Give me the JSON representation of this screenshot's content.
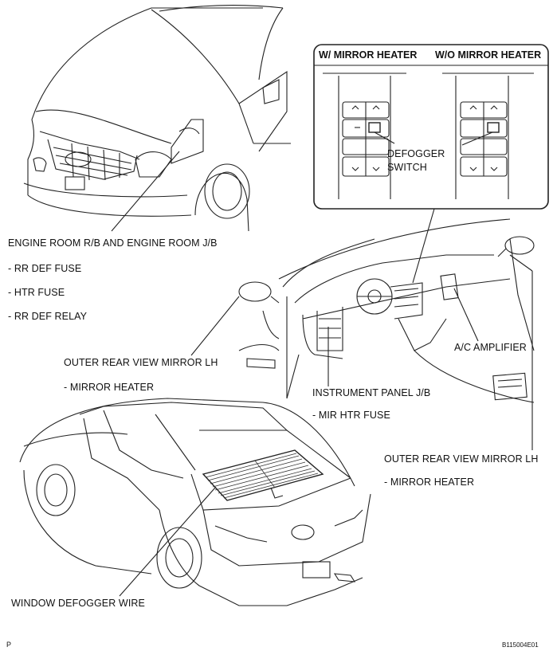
{
  "inset": {
    "left_title": "W/ MIRROR HEATER",
    "right_title": "W/O MIRROR HEATER"
  },
  "labels": {
    "engine_room": "ENGINE ROOM R/B AND ENGINE ROOM J/B",
    "rr_def_fuse": "- RR DEF FUSE",
    "htr_fuse": "- HTR FUSE",
    "rr_def_relay": "- RR DEF RELAY",
    "mirror_lh_1": "OUTER REAR VIEW MIRROR LH",
    "mirror_heater_1": "- MIRROR HEATER",
    "defogger_switch_line1": "DEFOGGER",
    "defogger_switch_line2": "SWITCH",
    "ac_amplifier": "A/C AMPLIFIER",
    "instrument_panel_jb": "INSTRUMENT PANEL J/B",
    "mir_htr_fuse": "- MIR HTR FUSE",
    "mirror_lh_2": "OUTER REAR VIEW MIRROR LH",
    "mirror_heater_2": "- MIRROR HEATER",
    "window_defogger": "WINDOW DEFOGGER WIRE",
    "page_mark": "P",
    "figure_code": "B115004E01"
  }
}
